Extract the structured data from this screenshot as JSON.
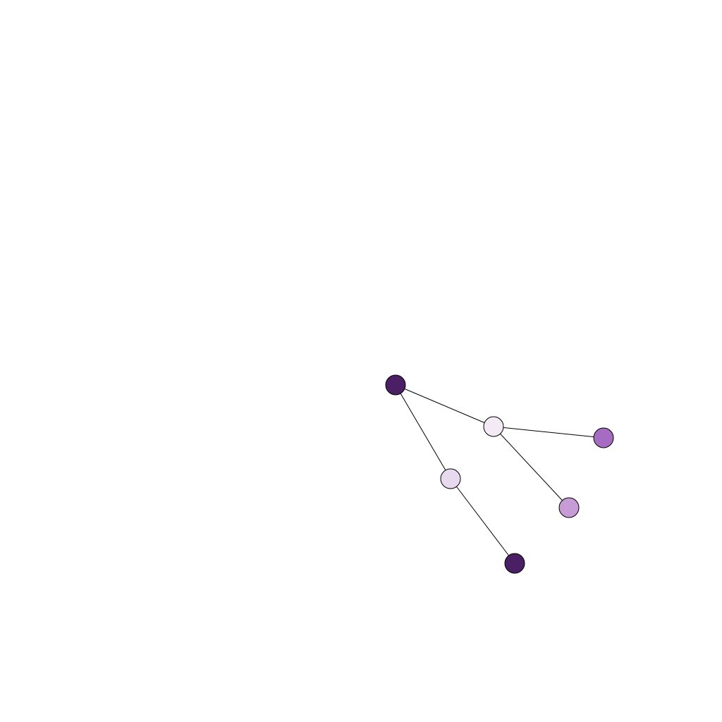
{
  "graph": {
    "nodes": [
      {
        "id": "n1",
        "color": "#4b1f63"
      },
      {
        "id": "n2",
        "color": "#f3eaf5"
      },
      {
        "id": "n3",
        "color": "#a66cc2"
      },
      {
        "id": "n4",
        "color": "#e8daee"
      },
      {
        "id": "n5",
        "color": "#c79bd6"
      },
      {
        "id": "n6",
        "color": "#4b1f63"
      }
    ],
    "edges": [
      {
        "source": "n1",
        "target": "n2"
      },
      {
        "source": "n2",
        "target": "n3"
      },
      {
        "source": "n2",
        "target": "n5"
      },
      {
        "source": "n1",
        "target": "n4"
      },
      {
        "source": "n4",
        "target": "n6"
      }
    ]
  }
}
